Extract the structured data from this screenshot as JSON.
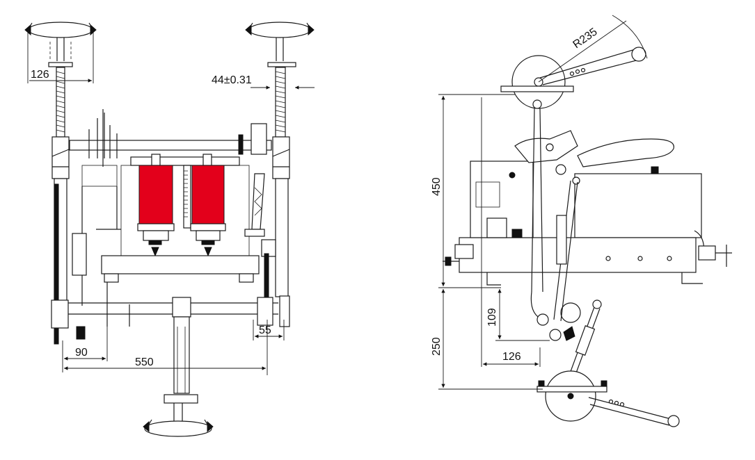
{
  "labels": {
    "dim_126_left": "126",
    "dim_44": "44±0.31",
    "dim_90": "90",
    "dim_550": "550",
    "dim_55": "55",
    "dim_r235": "R235",
    "dim_450": "450",
    "dim_250": "250",
    "dim_109": "109",
    "dim_126_right": "126"
  },
  "colors": {
    "coil": "#e3001b",
    "line": "#1a1a1a"
  }
}
